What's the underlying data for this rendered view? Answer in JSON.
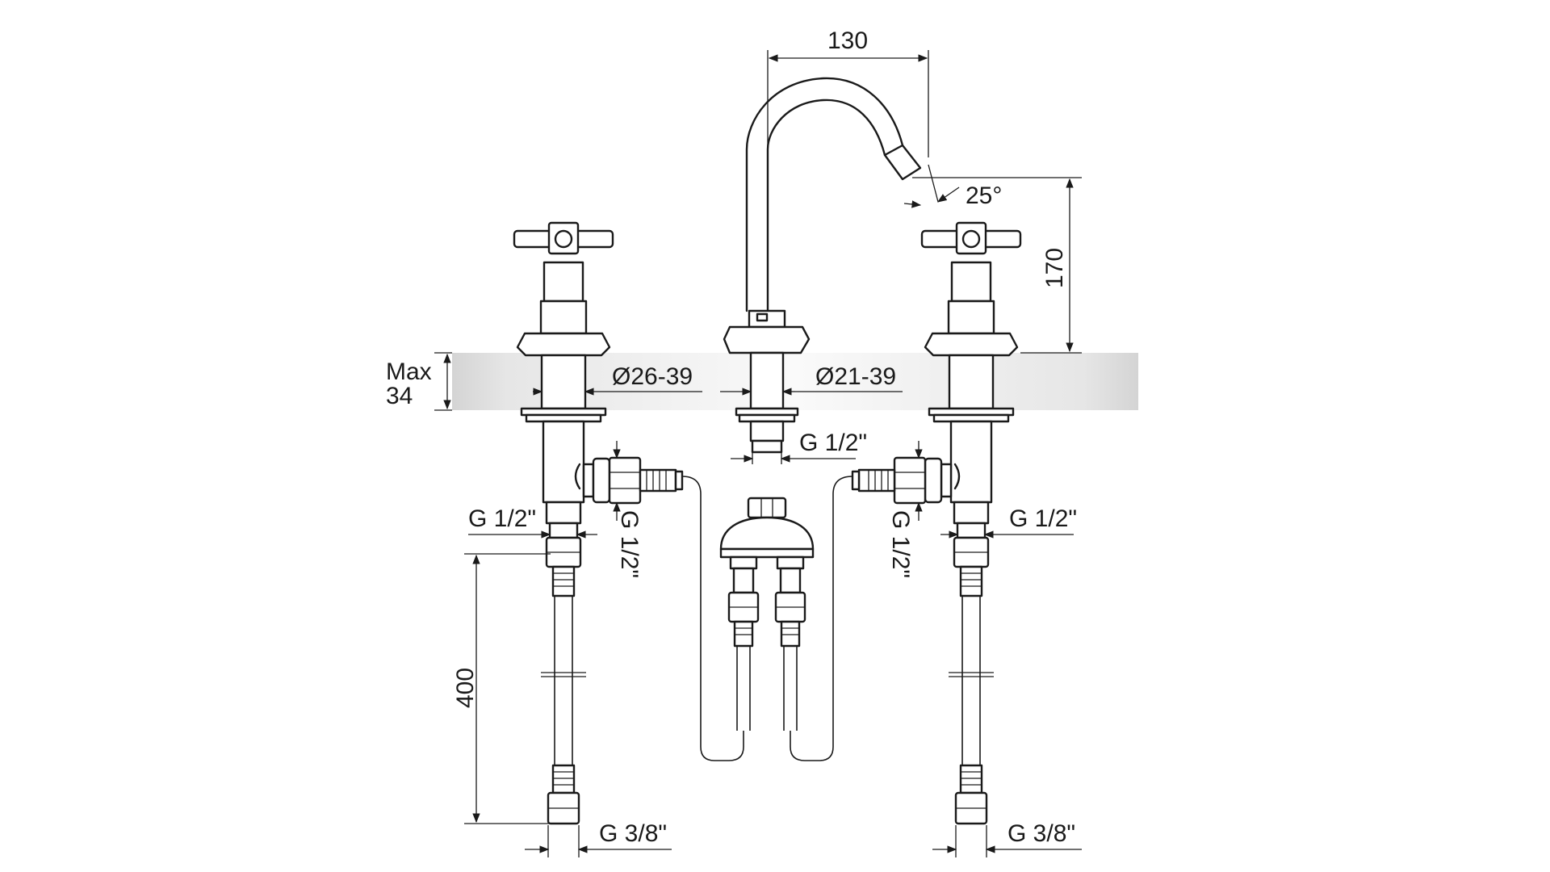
{
  "colors": {
    "line": "#1a1a1a",
    "countertop_edge": "#d4d4d4",
    "countertop_center": "#fafafa",
    "background": "#ffffff"
  },
  "dimensions": {
    "spout_reach": "130",
    "spout_height": "170",
    "spout_angle": "25°",
    "countertop_max_line1": "Max",
    "countertop_max_line2": "34",
    "valve_hole_diameter": "Ø26-39",
    "spout_hole_diameter": "Ø21-39",
    "spout_thread": "G 1/2\"",
    "left_outlet_thread": "G 1/2\"",
    "left_side_thread": "G 1/2\"",
    "right_outlet_thread": "G 1/2\"",
    "right_side_thread": "G 1/2\"",
    "hose_length": "400",
    "left_hose_thread": "G 3/8\"",
    "right_hose_thread": "G 3/8\""
  }
}
